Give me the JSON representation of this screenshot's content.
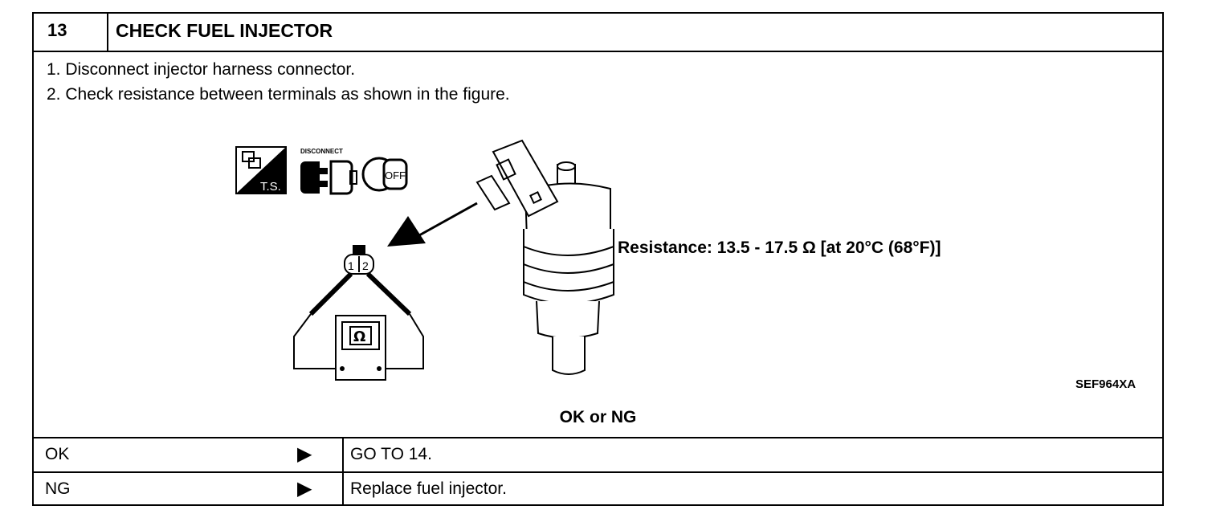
{
  "step": {
    "number": "13",
    "title": "CHECK FUEL INJECTOR"
  },
  "instructions": [
    "1.  Disconnect injector harness connector.",
    "2.  Check resistance between terminals as shown in the figure."
  ],
  "figure": {
    "icon_ts_label": "T.S.",
    "icon_disconnect_label": "DISCONNECT",
    "icon_ignition_label": "OFF",
    "connector_pin_1": "1",
    "connector_pin_2": "2",
    "ohmmeter_symbol": "Ω",
    "specification": "Resistance: 13.5 - 17.5 Ω [at 20°C (68°F)]",
    "code": "SEF964XA"
  },
  "verdict_label": "OK or NG",
  "results": [
    {
      "result": "OK",
      "arrow": "▶",
      "action": "GO TO 14."
    },
    {
      "result": "NG",
      "arrow": "▶",
      "action": "Replace fuel injector."
    }
  ]
}
